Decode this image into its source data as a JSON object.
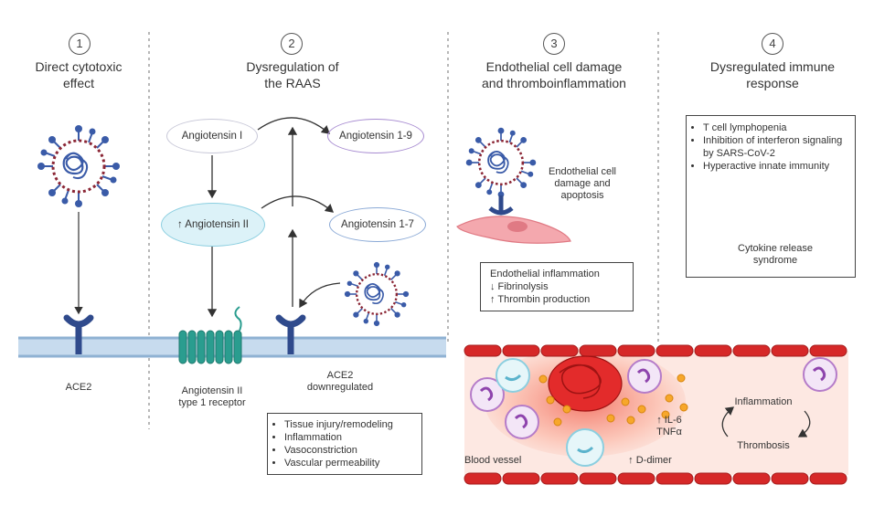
{
  "columns": [
    {
      "number": "1",
      "title_lines": [
        "Direct cytotoxic",
        "effect"
      ]
    },
    {
      "number": "2",
      "title_lines": [
        "Dysregulation of",
        "the RAAS"
      ]
    },
    {
      "number": "3",
      "title_lines": [
        "Endothelial cell damage",
        "and thromboinflammation"
      ]
    },
    {
      "number": "4",
      "title_lines": [
        "Dysregulated immune",
        "response"
      ]
    }
  ],
  "panel1": {
    "ace2_label": "ACE2"
  },
  "panel2": {
    "angiotensin_1": "Angiotensin I",
    "angiotensin_2": "↑ Angiotensin II",
    "angiotensin_1_9": "Angiotensin 1-9",
    "angiotensin_1_7": "Angiotensin 1-7",
    "receptor_label_lines": [
      "Angiotensin II",
      "type 1 receptor"
    ],
    "ace2_down_lines": [
      "ACE2",
      "downregulated"
    ],
    "effects": [
      "Tissue injury/remodeling",
      "Inflammation",
      "Vasoconstriction",
      "Vascular permeability"
    ]
  },
  "panel3": {
    "damage_lines": [
      "Endothelial cell",
      "damage and",
      "apoptosis"
    ],
    "box_lines": [
      "Endothelial inflammation",
      "↓ Fibrinolysis",
      "↑ Thrombin production"
    ],
    "blood_vessel": "Blood vessel",
    "cytokines_lines": [
      "↑ IL-6",
      "TNFα"
    ],
    "d_dimer": "↑ D-dimer"
  },
  "panel4": {
    "bullets": [
      "T cell lymphopenia",
      "Inhibition of interferon signaling by SARS-CoV-2",
      "Hyperactive innate immunity"
    ],
    "result_lines": [
      "Cytokine release",
      "syndrome"
    ],
    "cycle_top": "Inflammation",
    "cycle_bottom": "Thrombosis"
  },
  "colors": {
    "membrane": "#a9c4dc",
    "receptor_blue": "#2f4a8c",
    "at1r_green": "#2a9d8f",
    "vessel_red": "#d62828",
    "virus_blue": "#3a5ba8",
    "virus_red": "#8b2635"
  }
}
